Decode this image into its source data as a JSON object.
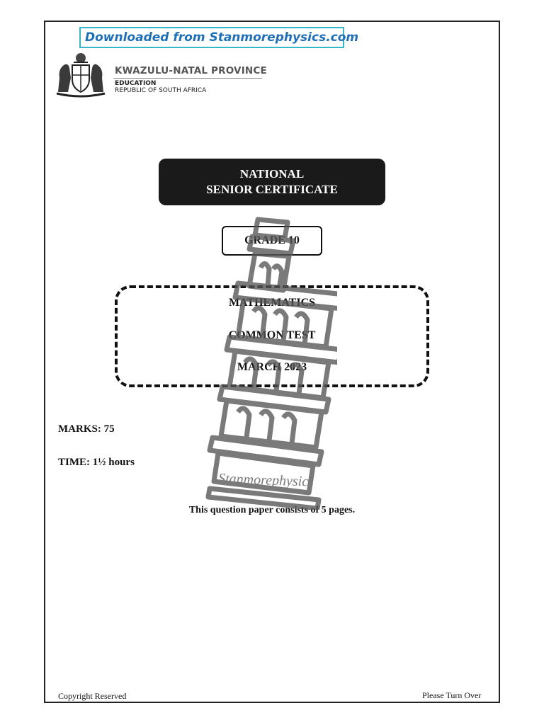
{
  "banner": {
    "text": "Downloaded from Stanmorephysics.com",
    "color": "#1f6fb7",
    "border_color": "#36b6c9"
  },
  "header": {
    "province": "KWAZULU-NATAL PROVINCE",
    "department": "EDUCATION",
    "country": "REPUBLIC OF SOUTH AFRICA",
    "crest_icon": "coat-of-arms-icon"
  },
  "certificate": {
    "line1": "NATIONAL",
    "line2": "SENIOR CERTIFICATE"
  },
  "grade": "GRADE 10",
  "subject": {
    "name": "MATHEMATICS",
    "test": "COMMON TEST",
    "date": "MARCH 2023"
  },
  "info": {
    "marks": "MARKS:  75",
    "time": "TIME:  1½ hours"
  },
  "pages_note": "This question paper consists of 5 pages.",
  "watermark": {
    "text": "Stanmorephysics",
    "icon": "leaning-tower-icon"
  },
  "footer": {
    "left": "Copyright Reserved",
    "right": "Please Turn Over"
  }
}
